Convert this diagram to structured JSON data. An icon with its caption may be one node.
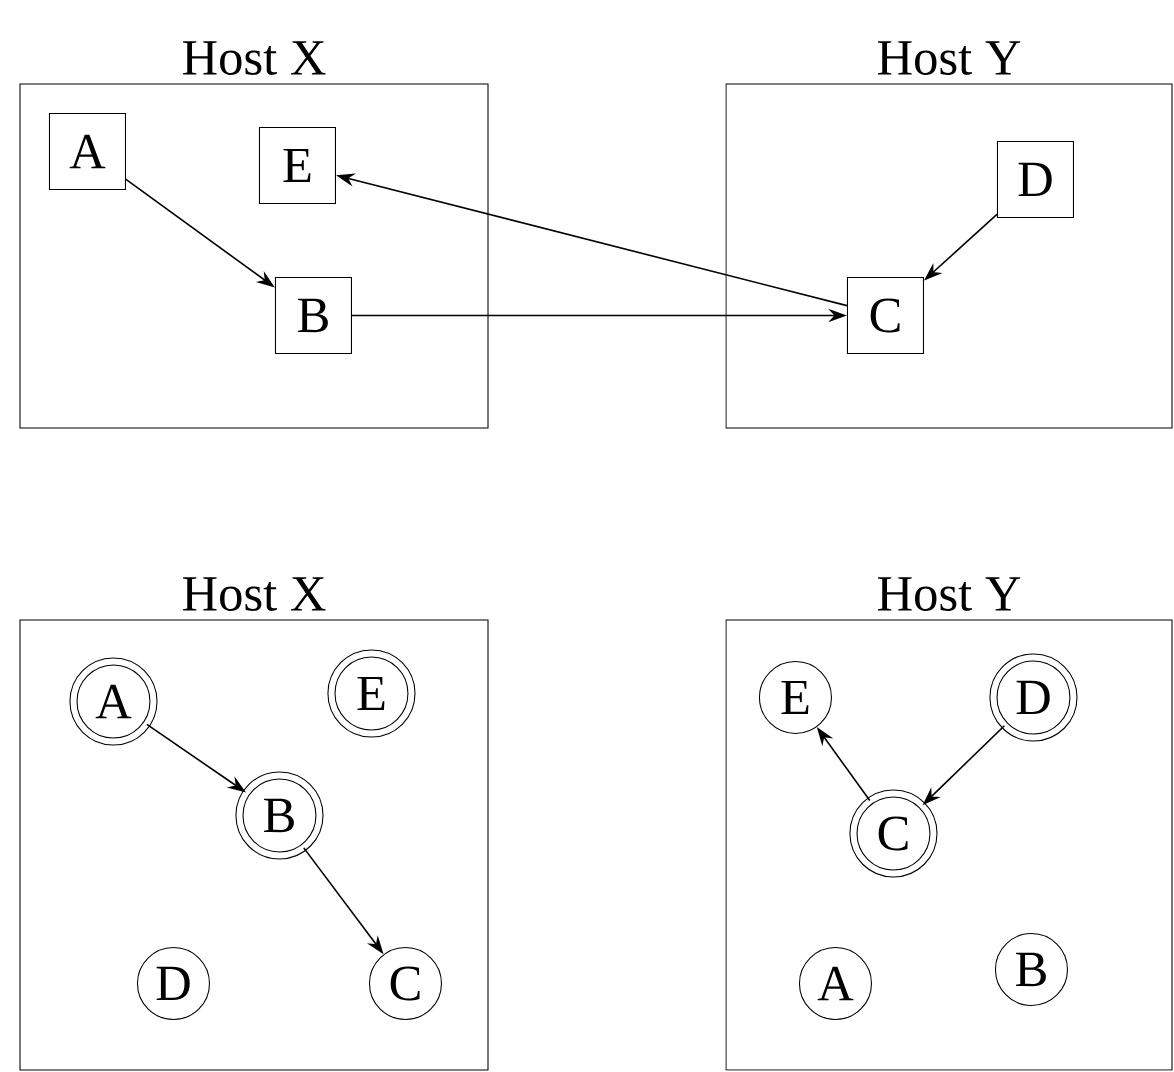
{
  "diagram": {
    "nodes": [
      {
        "text": [
          "Host X"
        ]
      },
      {
        "text": [
          "A"
        ],
        "in": 0
      },
      {
        "text": [
          "E"
        ],
        "in": 0
      },
      {
        "text": [
          "B"
        ],
        "in": 0
      },
      {
        "text": [
          "Host Y"
        ]
      },
      {
        "text": [
          "C"
        ],
        "in": 4
      },
      {
        "text": [
          "D"
        ],
        "in": 4
      },
      {
        "text": [
          "Host X"
        ]
      },
      {
        "text": [
          "A"
        ],
        "in": 7
      },
      {
        "text": [
          "E"
        ],
        "in": 7
      },
      {
        "text": [
          "B"
        ],
        "in": 7
      },
      {
        "text": [
          "D"
        ],
        "in": 7
      },
      {
        "text": [
          "C"
        ],
        "in": 7
      },
      {
        "text": [
          "Host Y"
        ]
      },
      {
        "text": [
          "E"
        ],
        "in": 13
      },
      {
        "text": [
          "D"
        ],
        "in": 13
      },
      {
        "text": [
          "C"
        ],
        "in": 13
      },
      {
        "text": [
          "A"
        ],
        "in": 13
      },
      {
        "text": [
          "B"
        ],
        "in": 13
      }
    ],
    "edges": [
      {
        "from": 1,
        "to": 3,
        "arrow": "to"
      },
      {
        "from": 3,
        "to": 5,
        "arrow": "to"
      },
      {
        "from": 5,
        "to": 2,
        "arrow": "to"
      },
      {
        "from": 6,
        "to": 5,
        "arrow": "to"
      },
      {
        "from": 8,
        "to": 10,
        "arrow": "to"
      },
      {
        "from": 10,
        "to": 12,
        "arrow": "to"
      },
      {
        "from": 15,
        "to": 16,
        "arrow": "to"
      },
      {
        "from": 16,
        "to": 14,
        "arrow": "to"
      }
    ]
  }
}
